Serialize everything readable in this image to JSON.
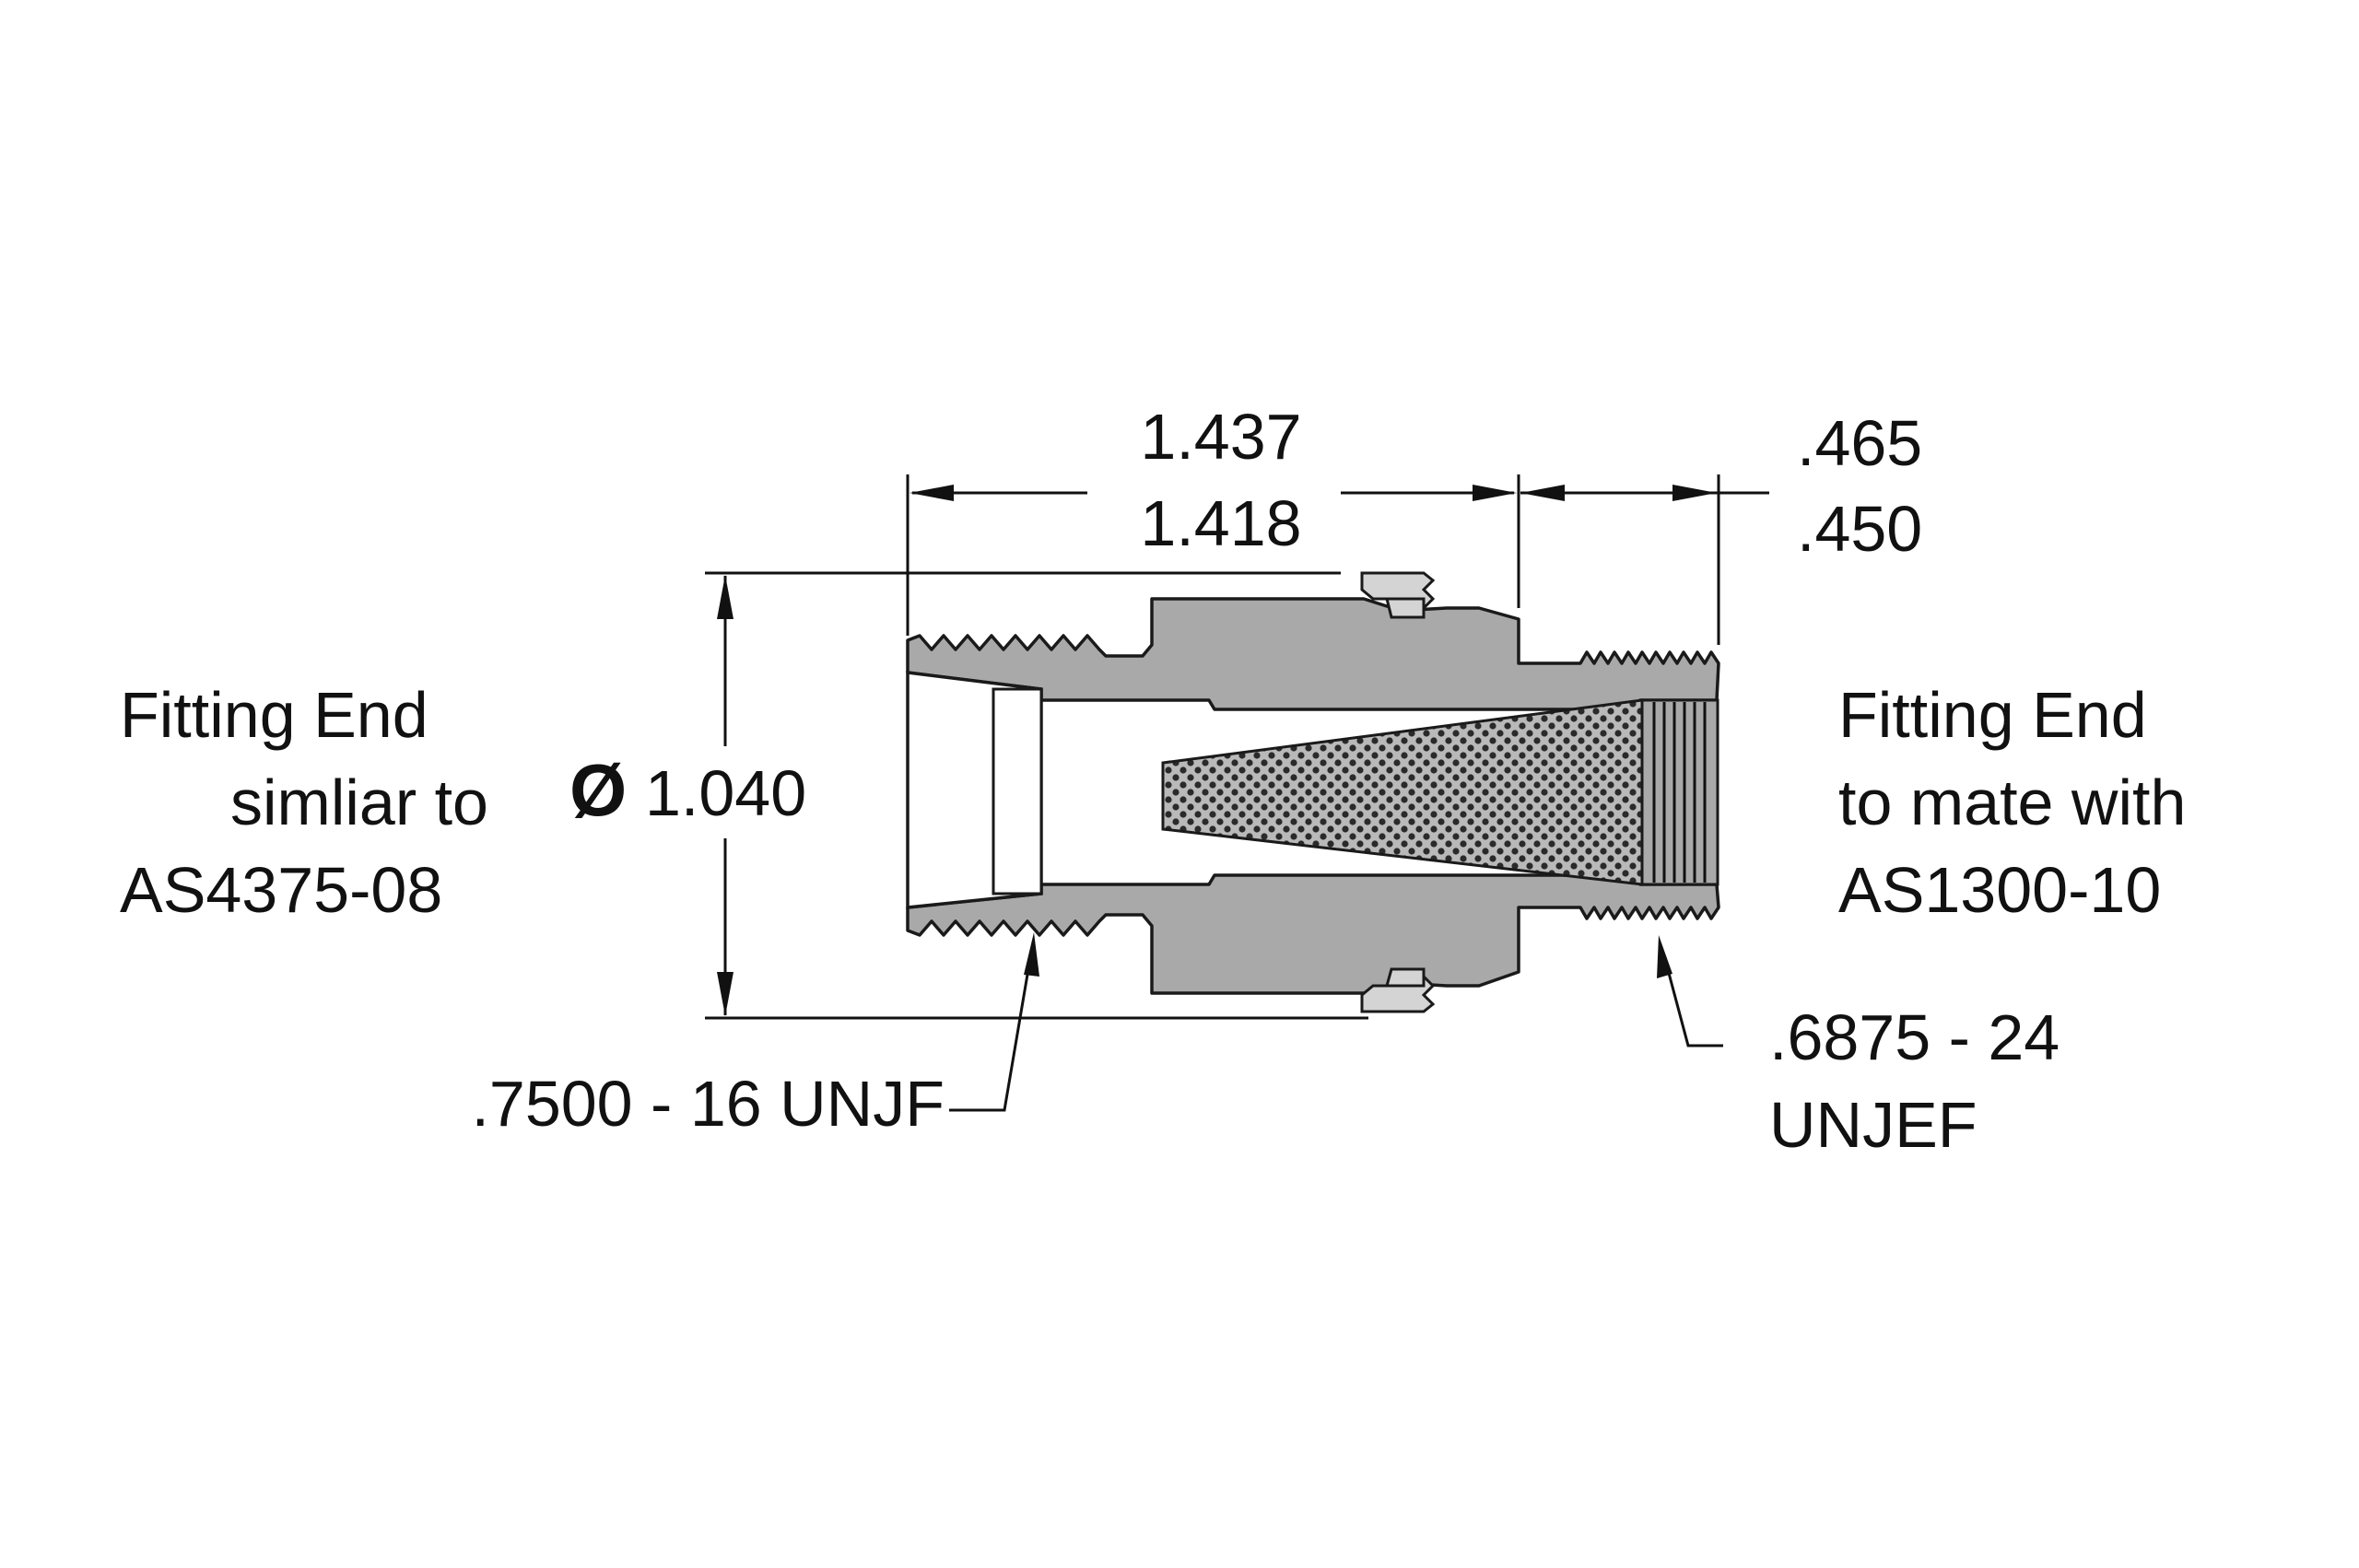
{
  "left_fitting": {
    "line1": "Fitting End",
    "line2": "simliar to",
    "line3": "AS4375-08"
  },
  "right_fitting": {
    "line1": "Fitting End",
    "line2": "to mate with",
    "line3": "AS1300-10"
  },
  "dimensions": {
    "length_max": "1.437",
    "length_min": "1.418",
    "end_length_max": ".465",
    "end_length_min": ".450",
    "diameter_symbol": "Ø",
    "diameter_value": "1.040"
  },
  "threads": {
    "left_thread": ".7500 - 16 UNJF",
    "right_thread_line1": ".6875 - 24",
    "right_thread_line2": "UNJEF"
  },
  "colors": {
    "body": "#a9a9a9",
    "seal": "#d4d4d4",
    "line": "#111111"
  }
}
